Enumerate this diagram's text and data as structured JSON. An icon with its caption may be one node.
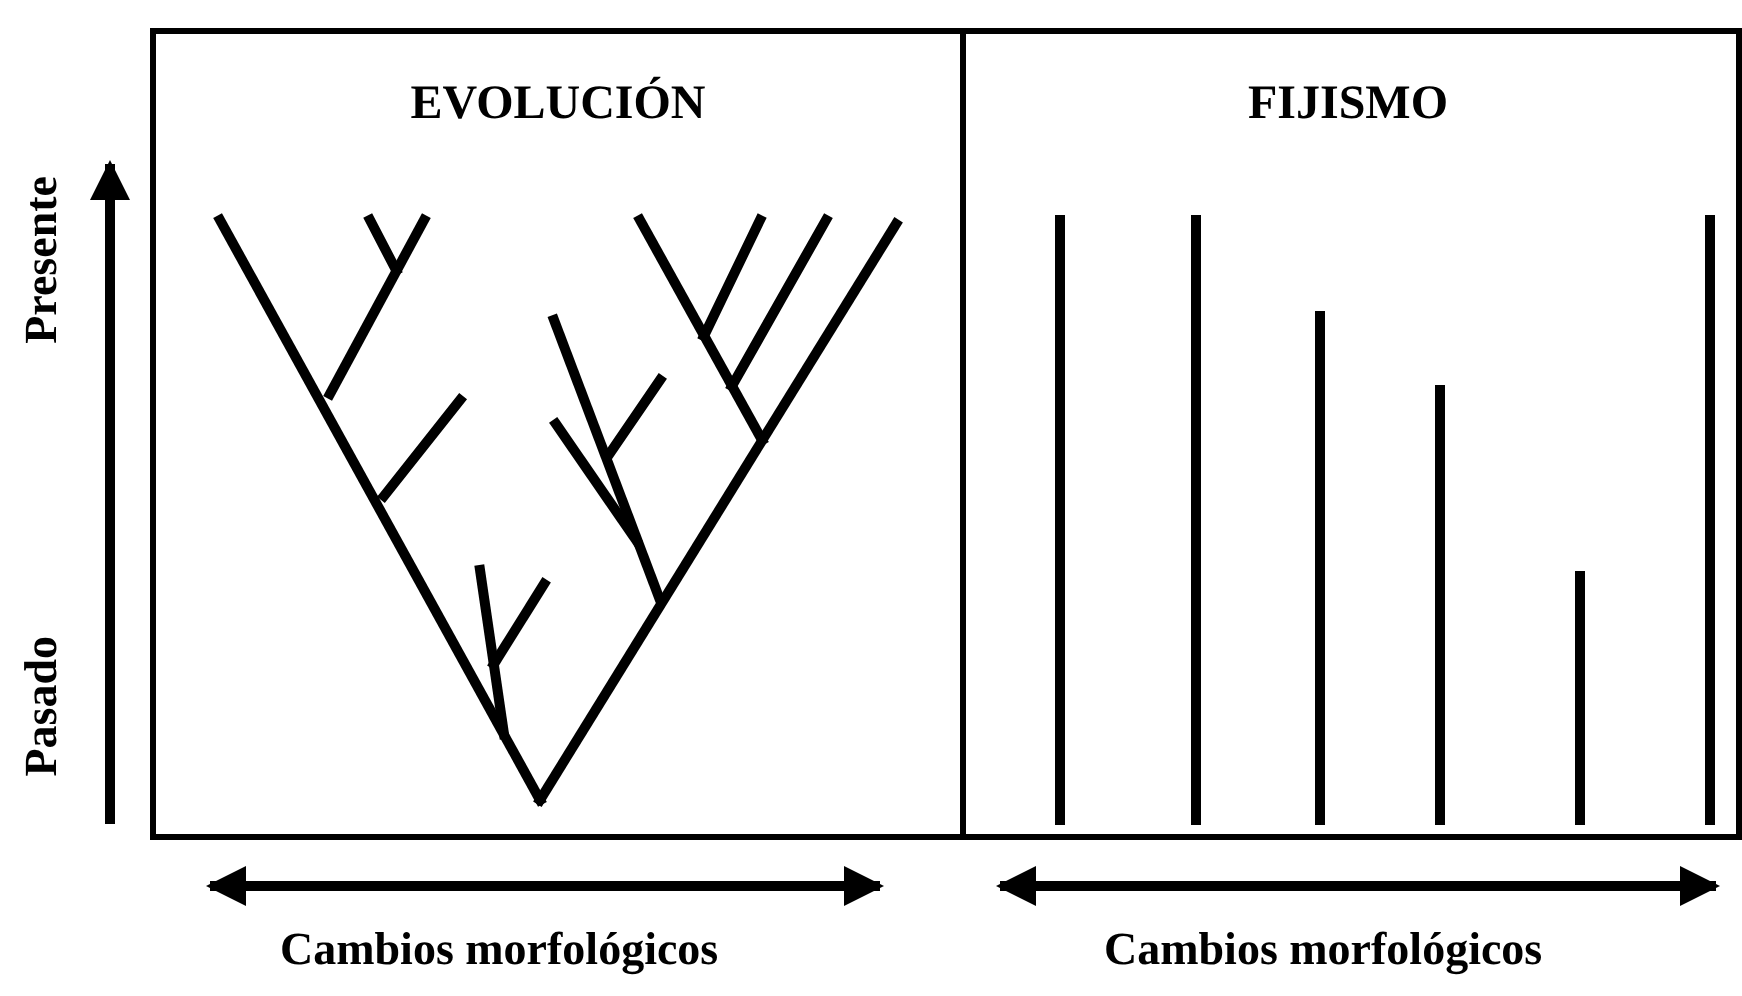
{
  "diagram": {
    "nodes": [
      {
        "text": [
          "EVOLUCIÓN"
        ]
      },
      {
        "text": [
          "FIJISMO"
        ]
      }
    ],
    "labels": [
      "Presente",
      "Pasado",
      "Cambios morfológicos",
      "Cambios morfológicos"
    ]
  }
}
